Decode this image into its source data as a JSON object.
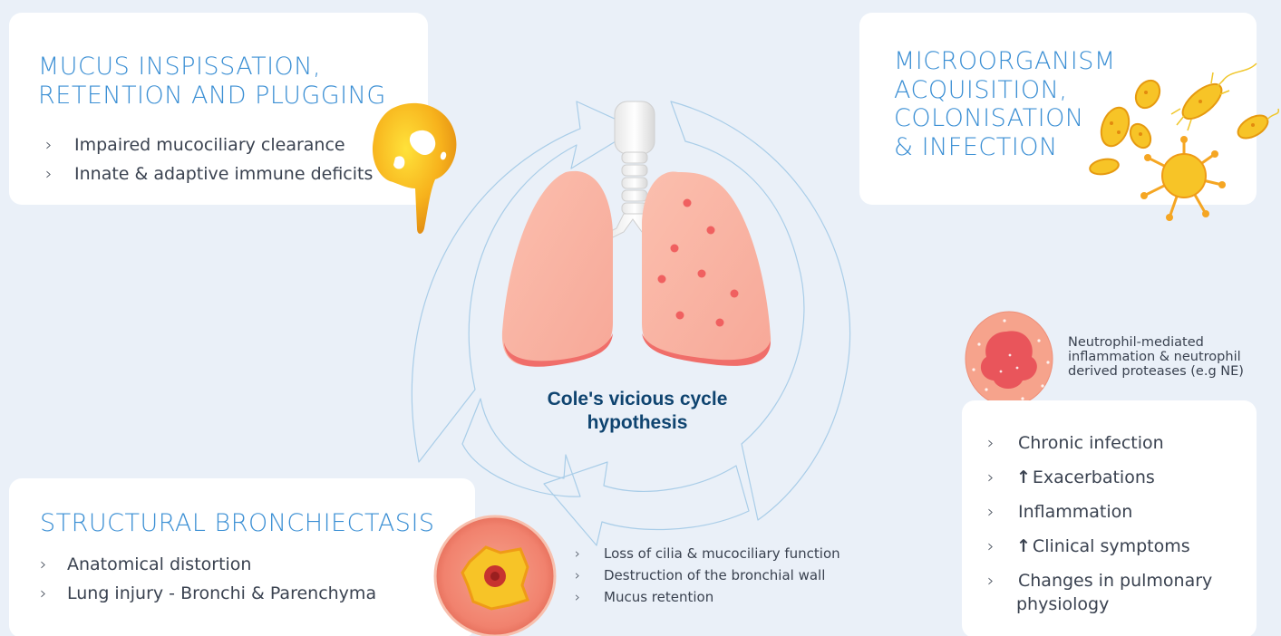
{
  "mucus": {
    "title_line1": "MUCUS INSPISSATION,",
    "title_line2": "RETENTION AND PLUGGING",
    "bullets": [
      "Impaired mucociliary clearance",
      "Innate & adaptive immune deficits"
    ]
  },
  "micro": {
    "title_lines": [
      "MICROORGANISM",
      "ACQUISITION,",
      "COLONISATION",
      "& INFECTION"
    ]
  },
  "structural": {
    "title": "STRUCTURAL BRONCHIECTASIS",
    "bullets": [
      "Anatomical distortion",
      "Lung injury - Bronchi & Parenchyma"
    ]
  },
  "bronchial_effects": [
    "Loss of cilia & mucociliary function",
    "Destruction of the bronchial wall",
    "Mucus retention"
  ],
  "center": {
    "label_line1": "Cole's vicious cycle",
    "label_line2": "hypothesis"
  },
  "neutrophil": {
    "lines": [
      "Neutrophil-mediated",
      "inflammation & neutrophil",
      "derived proteases (e.g NE)"
    ]
  },
  "outcomes": {
    "items": [
      {
        "arrow": "",
        "text": "Chronic infection"
      },
      {
        "arrow": "↑",
        "text": "Exacerbations"
      },
      {
        "arrow": "",
        "text": "Inflammation"
      },
      {
        "arrow": "↑",
        "text": "Clinical symptoms"
      },
      {
        "arrow": "",
        "text": "Changes in pulmonary physiology"
      }
    ]
  },
  "bullet_glyph": "›",
  "colors": {
    "background": "#eaf0f8",
    "title_blue": "#3b8fd4",
    "cycle_label": "#0f4470",
    "lung_pink": "#f7a898"
  }
}
